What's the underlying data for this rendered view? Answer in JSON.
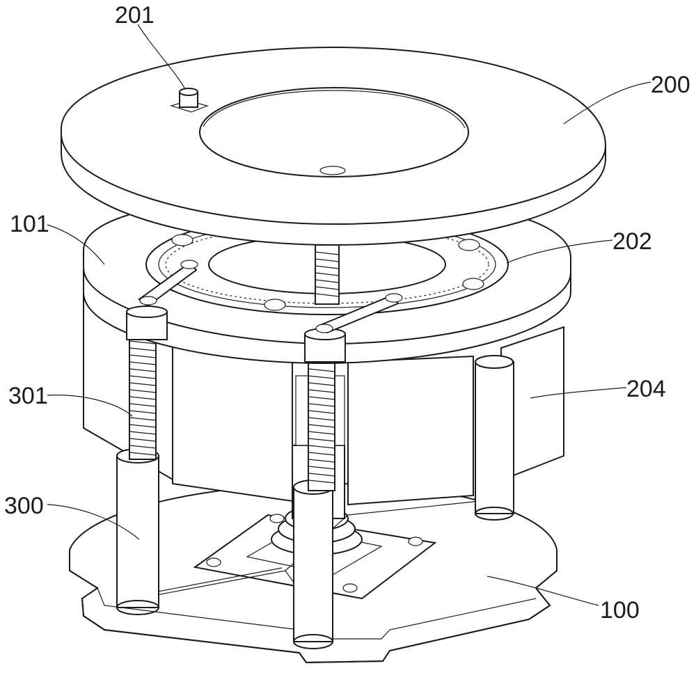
{
  "labels": {
    "l201": "201",
    "l200": "200",
    "l101": "101",
    "l202": "202",
    "l301": "301",
    "l204": "204",
    "l300": "300",
    "l100": "100"
  }
}
